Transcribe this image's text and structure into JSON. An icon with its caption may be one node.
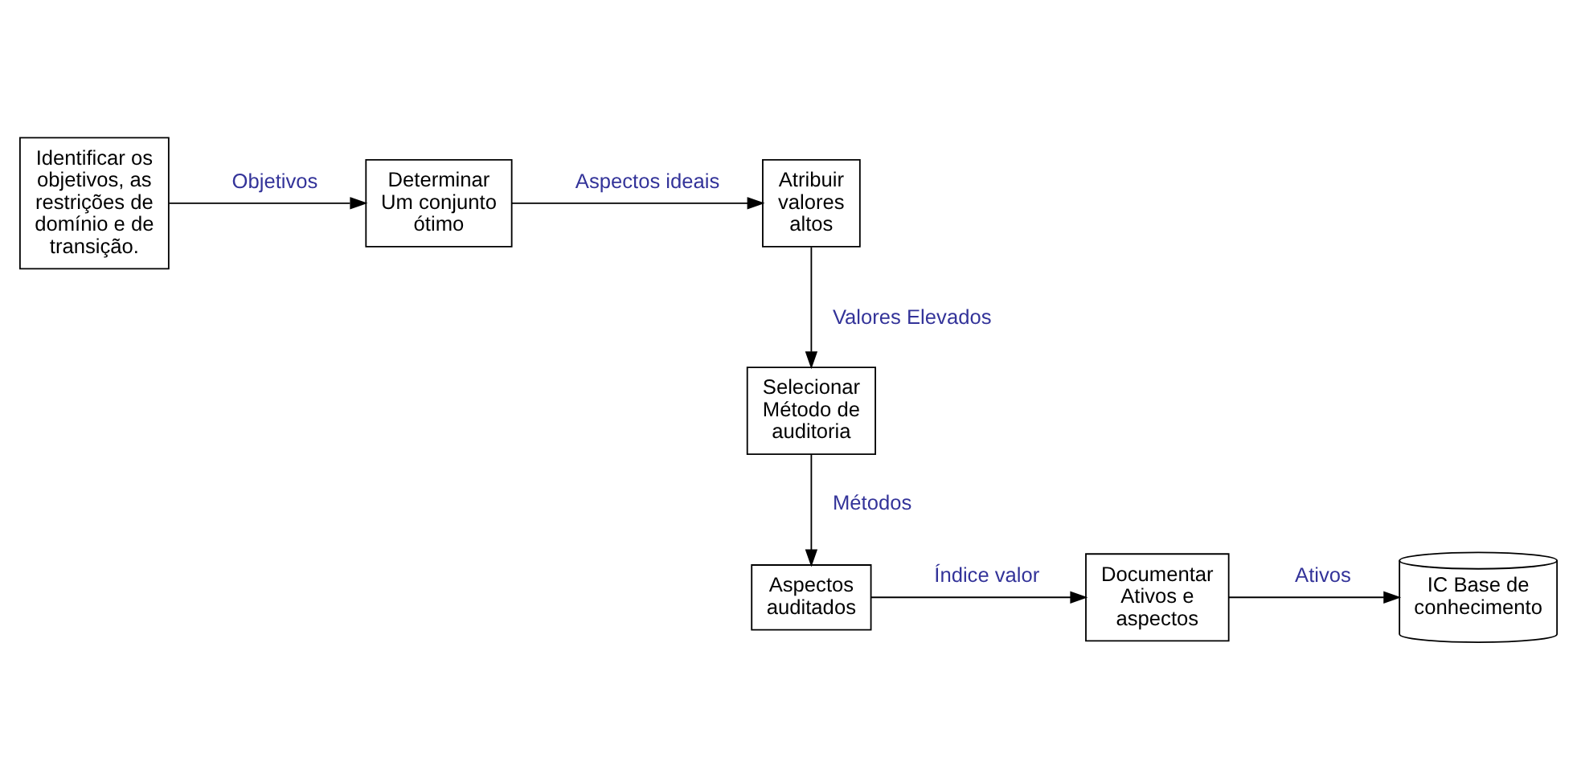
{
  "diagram": {
    "nodes": [
      {
        "text": [
          "Identificar os objetivos, as restrições de domínio e de transição."
        ]
      },
      {
        "text": [
          "Determinar Um conjunto ótimo"
        ]
      },
      {
        "text": [
          "Atribuir valores altos"
        ]
      },
      {
        "text": [
          "Selecionar Método de auditoria"
        ]
      },
      {
        "text": [
          "Aspectos auditados"
        ]
      },
      {
        "text": [
          "Documentar Ativos e aspectos"
        ]
      },
      {
        "text": [
          "IC Base de conhecimento"
        ]
      }
    ],
    "edges": [
      {
        "from": 0,
        "to": 1,
        "arrow": "to",
        "label": "Objetivos"
      },
      {
        "from": 1,
        "to": 2,
        "arrow": "to",
        "label": "Aspectos ideais"
      },
      {
        "from": 2,
        "to": 3,
        "arrow": "to",
        "label": "Valores Elevados"
      },
      {
        "from": 3,
        "to": 4,
        "arrow": "to",
        "label": "Métodos"
      },
      {
        "from": 4,
        "to": 5,
        "arrow": "to",
        "label": "Índice valor"
      },
      {
        "from": 5,
        "to": 6,
        "arrow": "to",
        "label": "Ativos"
      }
    ]
  }
}
